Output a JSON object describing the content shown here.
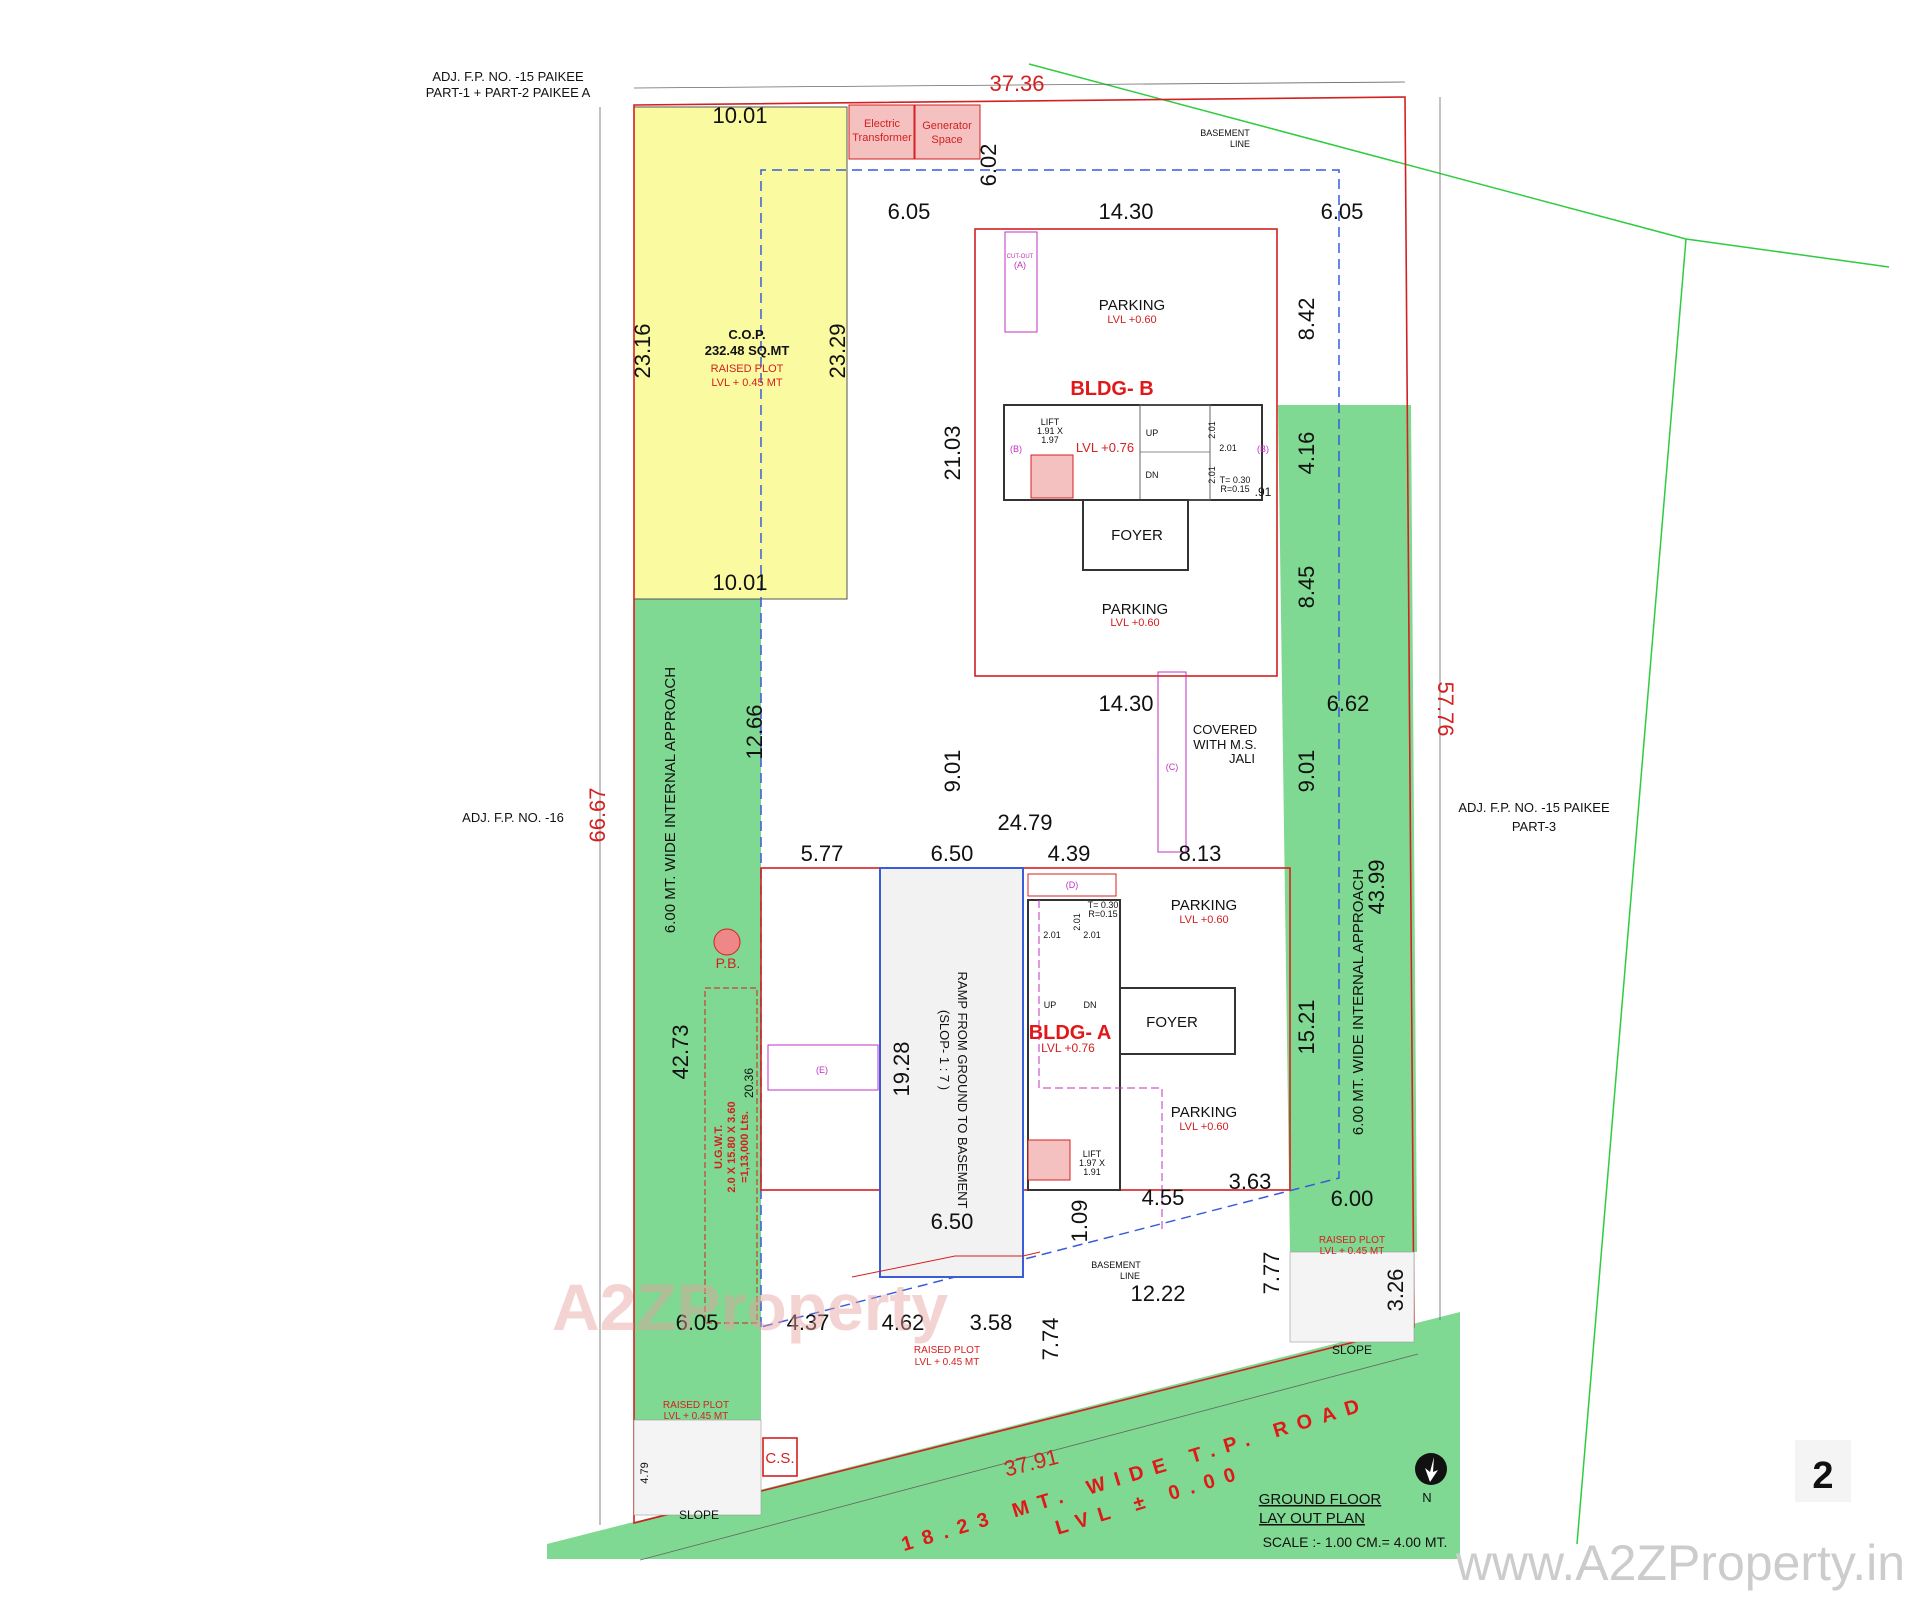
{
  "page_number": "2",
  "colors": {
    "green": "#7fd992",
    "yellow": "#fafaa0",
    "red": "#d42020",
    "boundary_green": "#2ecc40",
    "basement_line": "#3a5cd8",
    "cutout": "#c030c0"
  },
  "adjacent": {
    "top_left": [
      "ADJ. F.P. NO. -15 PAIKEE",
      "PART-1 + PART-2 PAIKEE A"
    ],
    "left": "ADJ. F.P. NO. -16",
    "right": [
      "ADJ. F.P. NO. -15 PAIKEE",
      "PART-3"
    ]
  },
  "plot_dims": {
    "top": "37.36",
    "right": "57.76",
    "left": "66.67",
    "bottom": "37.91"
  },
  "dims": [
    "10.01",
    "6.02",
    "6.05",
    "14.30",
    "6.05",
    "23.16",
    "23.29",
    "8.42",
    "21.03",
    "4.16",
    "10.01",
    "8.45",
    "14.30",
    "6.62",
    "12.66",
    "9.01",
    "9.01",
    "24.79",
    "5.77",
    "6.50",
    "4.39",
    "8.13",
    "43.99",
    "42.73",
    "20.36",
    "19.28",
    "15.21",
    "4.55",
    "3.63",
    "6.00",
    "1.09",
    "6.50",
    "12.22",
    "7.77",
    "3.26",
    "6.05",
    "4.37",
    "4.62",
    "3.58",
    "7.74",
    "4.79",
    ".91"
  ],
  "top_services": {
    "transformer": [
      "Electric",
      "Transformer"
    ],
    "generator": [
      "Generator",
      "Space"
    ]
  },
  "basement_line": [
    "BASEMENT",
    "LINE"
  ],
  "cop": {
    "title": "C.O.P.",
    "area": "232.48 SQ.MT",
    "type": "RAISED PLOT",
    "level": "LVL + 0.45 MT"
  },
  "bldg_b": {
    "name": "BLDG- B",
    "level": "LVL +0.76",
    "parking_top": {
      "label": "PARKING",
      "level": "LVL +0.60"
    },
    "parking_bottom": {
      "label": "PARKING",
      "level": "LVL +0.60"
    },
    "foyer": "FOYER",
    "lift": [
      "LIFT",
      "1.91 X",
      "1.97"
    ],
    "stair": {
      "up": "UP",
      "dn": "DN",
      "w1": "2.01",
      "w2": "2.01",
      "w3": "2.01",
      "tr": "T= 0.30",
      "rr": "R=0.15"
    },
    "cutouts": [
      "CUT-OUT",
      "(A)",
      "(B)",
      "(B)"
    ]
  },
  "covered": [
    "COVERED",
    "WITH M.S.",
    "JALI"
  ],
  "cutout_c": "(C)",
  "approach_left": "6.00 MT. WIDE INTERNAL APPROACH",
  "approach_right": "6.00 MT. WIDE INTERNAL APPROACH",
  "pb": "P.B.",
  "ugwt": [
    "U.G.W.T.",
    "2.0 X 15.80 X 3.60",
    "=1,13,000 Lts."
  ],
  "cutout_e": "(E)",
  "ramp": [
    "RAMP FROM GROUND TO  BASEMENT",
    "(SLOP- 1 : 7 )"
  ],
  "bldg_a": {
    "name": "BLDG- A",
    "level": "LVL +0.76",
    "parking_top": {
      "label": "PARKING",
      "level": "LVL +0.60"
    },
    "parking_bottom": {
      "label": "PARKING",
      "level": "LVL +0.60"
    },
    "foyer": "FOYER",
    "lift": [
      "LIFT",
      "1.97 X",
      "1.91"
    ],
    "cutout_d": "(D)",
    "stair": {
      "tr": "T= 0.30",
      "rr": "R=0.15",
      "w": "2.01",
      "w2": "2.01",
      "w3": "2.01",
      "up": "UP",
      "dn": "DN"
    }
  },
  "raised_plot": [
    "RAISED PLOT",
    "LVL + 0.45 MT"
  ],
  "slope": "SLOPE",
  "cs": "C.S.",
  "road": {
    "name": "18.23 MT. WIDE T.P. ROAD",
    "level": "LVL ± 0.00"
  },
  "title": [
    "GROUND FLOOR",
    "LAY OUT PLAN"
  ],
  "scale": "SCALE :- 1.00 CM.= 4.00 MT.",
  "north": "N",
  "watermark": {
    "logo": "A2ZProperty",
    "url": "www.A2ZProperty.in"
  }
}
